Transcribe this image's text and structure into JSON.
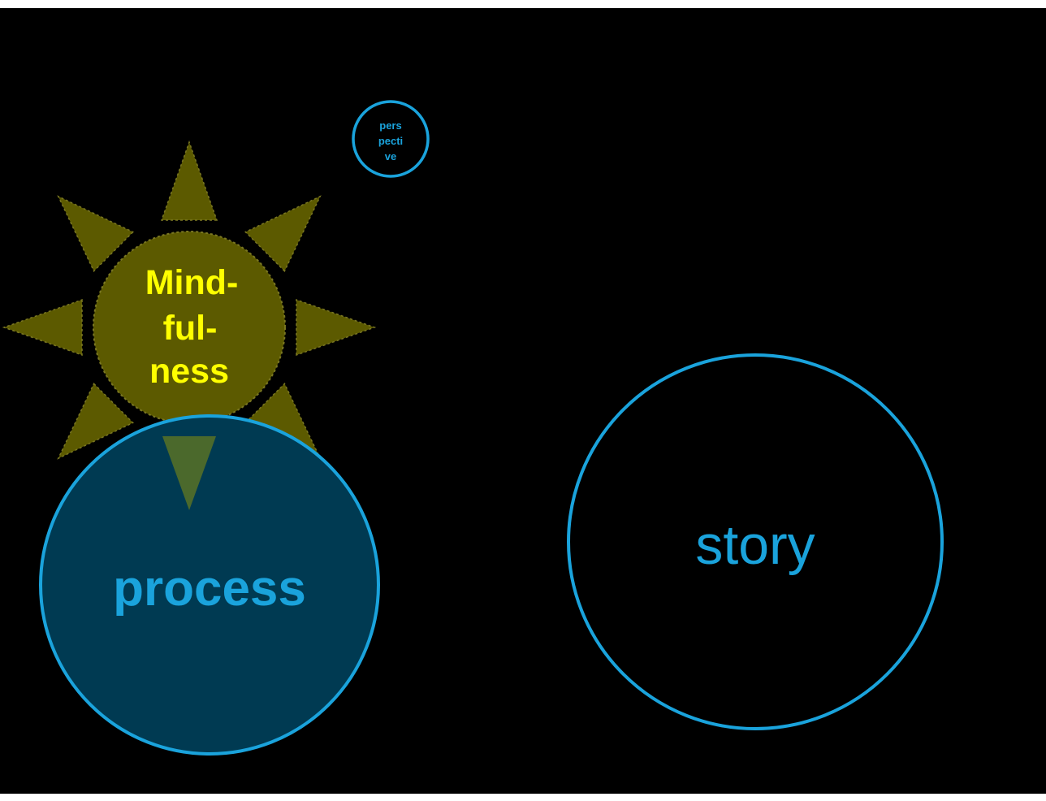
{
  "colors": {
    "background": "#000000",
    "page": "#ffffff",
    "sun_fill": "#5c5a00",
    "sun_text": "#ffff00",
    "accent_blue": "#1aa3dc",
    "process_fill": "#003a52",
    "process_ray": "#4f6b2a"
  },
  "sun": {
    "icon": "sun-icon",
    "line1": "Mind-",
    "line2": "ful-",
    "line3": "ness"
  },
  "perspective": {
    "line1": "pers",
    "line2": "pecti",
    "line3": "ve"
  },
  "process": {
    "label": "process"
  },
  "story": {
    "label": "story"
  }
}
